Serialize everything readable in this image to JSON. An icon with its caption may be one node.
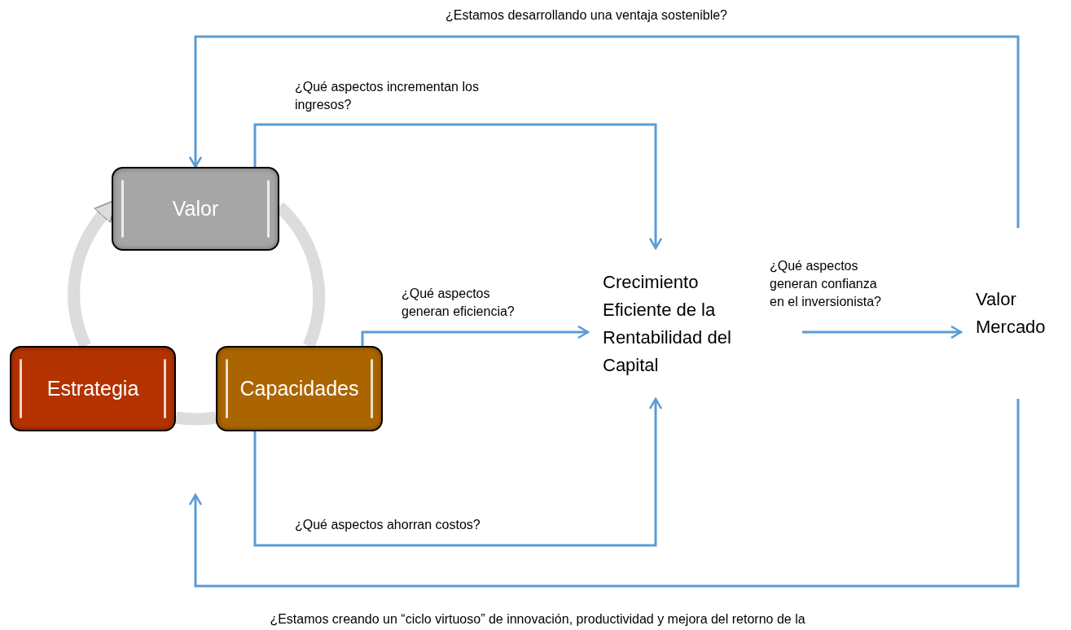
{
  "diagram": {
    "nodes": [
      {
        "text": [
          "Valor"
        ]
      },
      {
        "text": [
          "Estrategia"
        ]
      },
      {
        "text": [
          "Capacidades"
        ]
      },
      {
        "text": [
          "Crecimiento Eficiente de la Rentabilidad del Capital"
        ]
      },
      {
        "text": [
          "Valor Mercado"
        ]
      }
    ],
    "edges": [
      {
        "from": 0,
        "to": 3,
        "arrow": "to",
        "label": "¿Qué aspectos incrementan los ingresos?"
      },
      {
        "from": 2,
        "to": 3,
        "arrow": "to",
        "label": "¿Qué aspectos generan eficiencia?"
      },
      {
        "from": 2,
        "to": 3,
        "arrow": "to",
        "label": "¿Qué aspectos ahorran costos?"
      },
      {
        "from": 3,
        "to": 4,
        "arrow": "to",
        "label": "¿Qué aspectos generan confianza en el inversionista?"
      },
      {
        "from": 4,
        "to": 0,
        "arrow": "to",
        "label": "¿Estamos desarrollando una ventaja sostenible?"
      },
      {
        "from": 4,
        "to": null,
        "arrow": "to",
        "label": "¿Estamos creando un “ciclo virtuoso” de innovación, productividad y mejora del retorno de la"
      },
      {
        "from": 1,
        "to": 0,
        "arrow": "to",
        "style": "thick",
        "color": "#dcdcdc"
      },
      {
        "from": 0,
        "to": 2,
        "arrow": "none",
        "style": "thick",
        "color": "#dcdcdc"
      },
      {
        "from": 2,
        "to": 1,
        "arrow": "none",
        "style": "thick",
        "color": "#dcdcdc"
      }
    ]
  }
}
